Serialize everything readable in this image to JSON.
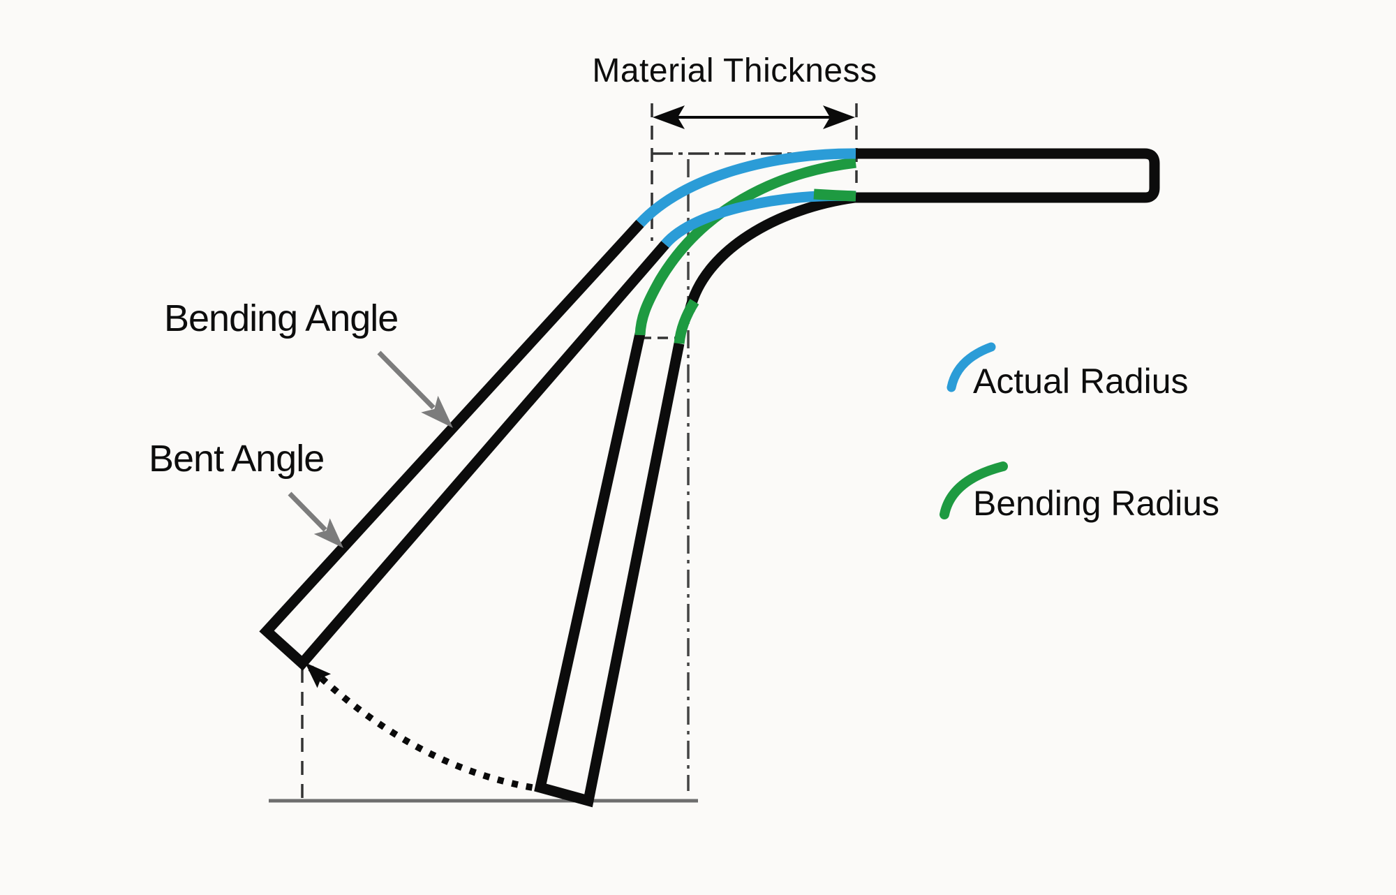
{
  "title": "Material Thickness",
  "labels": {
    "bending_angle": "Bending Angle",
    "bent_angle": "Bent Angle"
  },
  "legend": {
    "items": [
      {
        "label": "Actual Radius",
        "color": "#2B9CD7",
        "swatch": "arc-swatch"
      },
      {
        "label": "Bending Radius",
        "color": "#1E9A41",
        "swatch": "arc-swatch"
      }
    ]
  },
  "colors": {
    "sheet_outline": "#0C0C0C",
    "dimension_arrow": "#0A0A0A",
    "callout_arrow": "#7C7C7C",
    "guide_dash": "#333333",
    "centerline_dash": "#444444",
    "baseline": "#6E6E6E",
    "dotted_sweep_arc": "#0A0A0A",
    "background": "#FBFAF8",
    "text": "#0D0D0D"
  }
}
